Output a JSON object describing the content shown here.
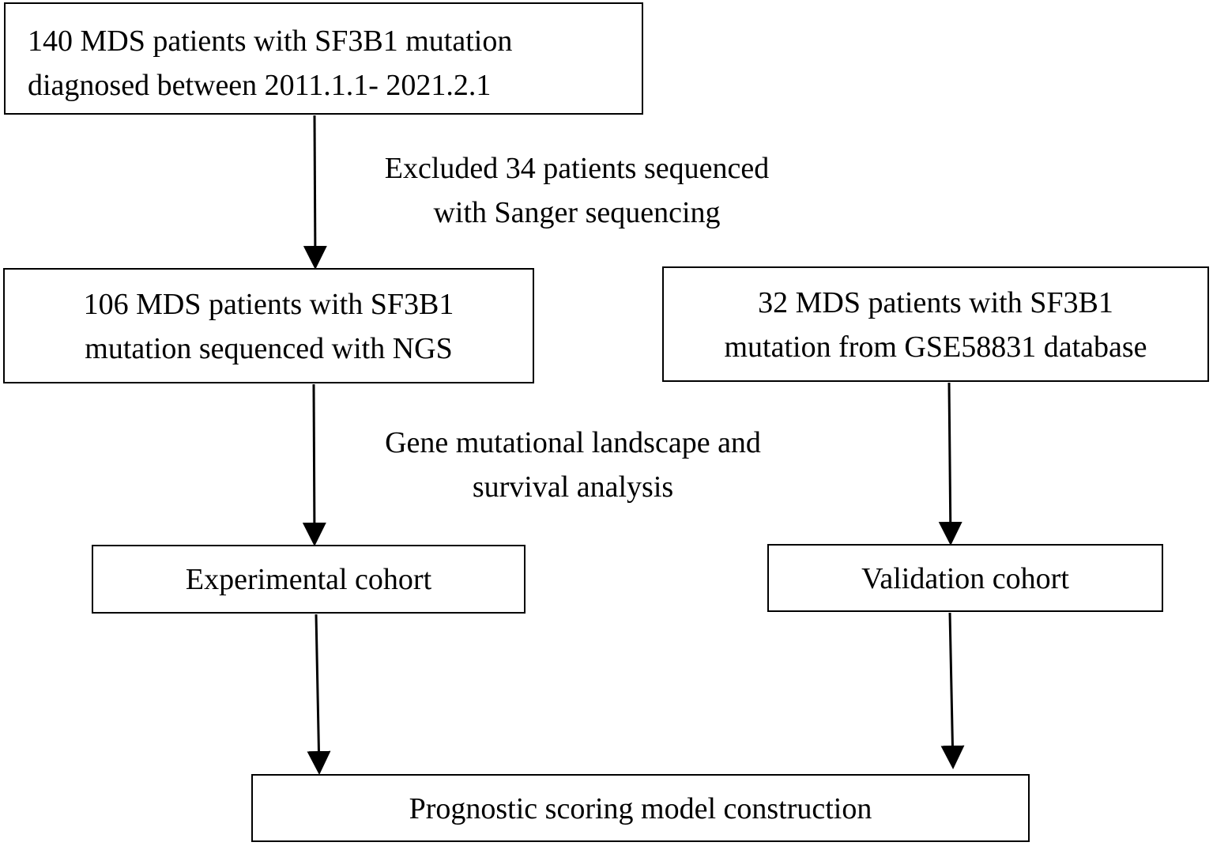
{
  "boxes": {
    "start": {
      "line1": "140  MDS  patients  with  SF3B1  mutation",
      "line2": "diagnosed between 2011.1.1- 2021.2.1"
    },
    "ngs": {
      "line1": "106 MDS patients with SF3B1",
      "line2": "mutation sequenced with NGS"
    },
    "geo": {
      "line1": "32 MDS patients with SF3B1",
      "line2": "mutation from GSE58831 database"
    },
    "experimental": {
      "label": "Experimental cohort"
    },
    "validation": {
      "label": "Validation cohort"
    },
    "model": {
      "label": "Prognostic scoring model construction"
    }
  },
  "notes": {
    "exclusion": {
      "line1": "Excluded 34 patients sequenced",
      "line2": "with Sanger sequencing"
    },
    "analysis": {
      "line1": "Gene mutational landscape and",
      "line2": "survival analysis"
    }
  },
  "colors": {
    "stroke": "#000000",
    "background": "#ffffff"
  }
}
